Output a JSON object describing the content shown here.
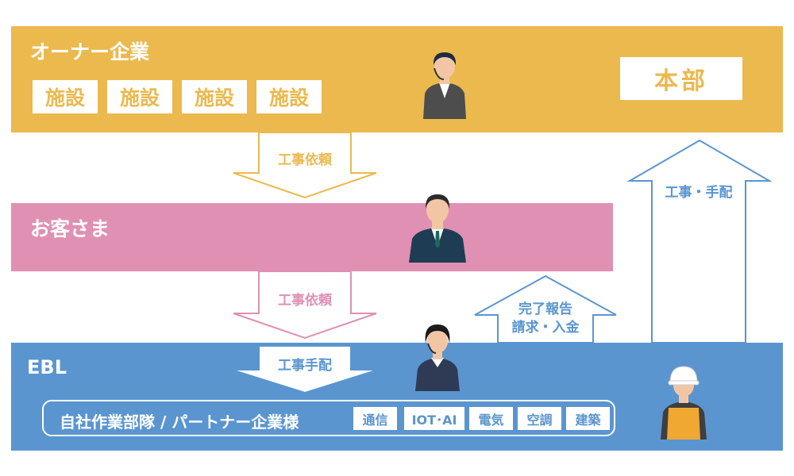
{
  "owner": {
    "title": "オーナー企業",
    "facilities": [
      "施設",
      "施設",
      "施設",
      "施設"
    ],
    "hq": "本部"
  },
  "customer": {
    "title": "お客さま"
  },
  "ebl": {
    "title": "EBL",
    "partners": "自社作業部隊 / パートナー企業様",
    "tags": [
      "通信",
      "IOT･AI",
      "電気",
      "空調",
      "建築"
    ]
  },
  "arrows": {
    "owner_to_customer": "工事依頼",
    "customer_to_ebl": "工事依頼",
    "ebl_dispatch": "工事手配",
    "report_line1": "完了報告",
    "report_line2": "請求・入金",
    "to_hq": "工事・手配"
  },
  "colors": {
    "owner": "#ebb94e",
    "customer": "#e090b3",
    "ebl": "#5a95d0",
    "text_on_band": "#ffffff"
  },
  "icons": {
    "owner_person": "businessman-headset-icon",
    "customer_person": "businessman-suit-icon",
    "ebl_operator": "operator-headset-icon",
    "ebl_worker": "construction-worker-helmet-icon"
  }
}
